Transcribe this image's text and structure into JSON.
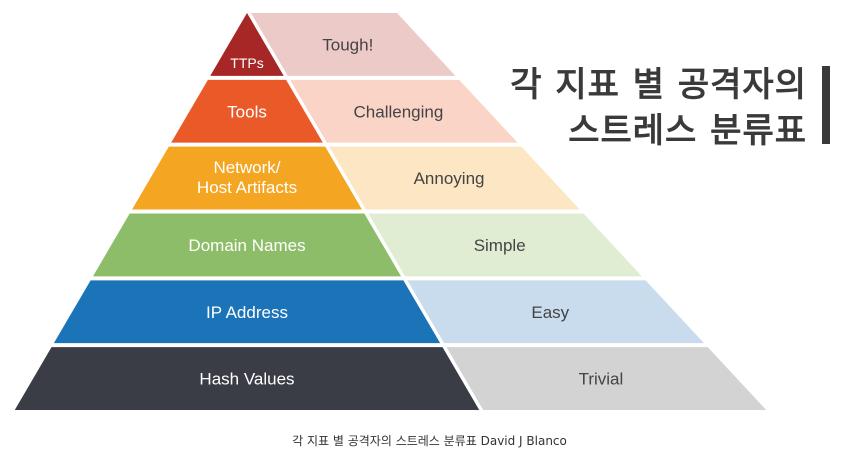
{
  "title": {
    "line1": "각 지표 별 공격자의",
    "line2": "스트레스 분류표"
  },
  "levels": [
    {
      "label": "TTPs",
      "difficulty": "Tough!",
      "color": "#a72727",
      "diff_color": "#eccac7"
    },
    {
      "label": "Tools",
      "difficulty": "Challenging",
      "color": "#ea5a29",
      "diff_color": "#f9d4c7"
    },
    {
      "label_lines": [
        "Network/",
        "Host Artifacts"
      ],
      "difficulty": "Annoying",
      "color": "#f4a521",
      "diff_color": "#fce6c3"
    },
    {
      "label": "Domain Names",
      "difficulty": "Simple",
      "color": "#8dbd68",
      "diff_color": "#e0edd3"
    },
    {
      "label": "IP Address",
      "difficulty": "Easy",
      "color": "#1b73b8",
      "diff_color": "#c8dcee"
    },
    {
      "label": "Hash Values",
      "difficulty": "Trivial",
      "color": "#3b3d46",
      "diff_color": "#d3d3d3"
    }
  ],
  "caption": "각 지표 별 공격자의 스트레스 분류표 David J Blanco"
}
